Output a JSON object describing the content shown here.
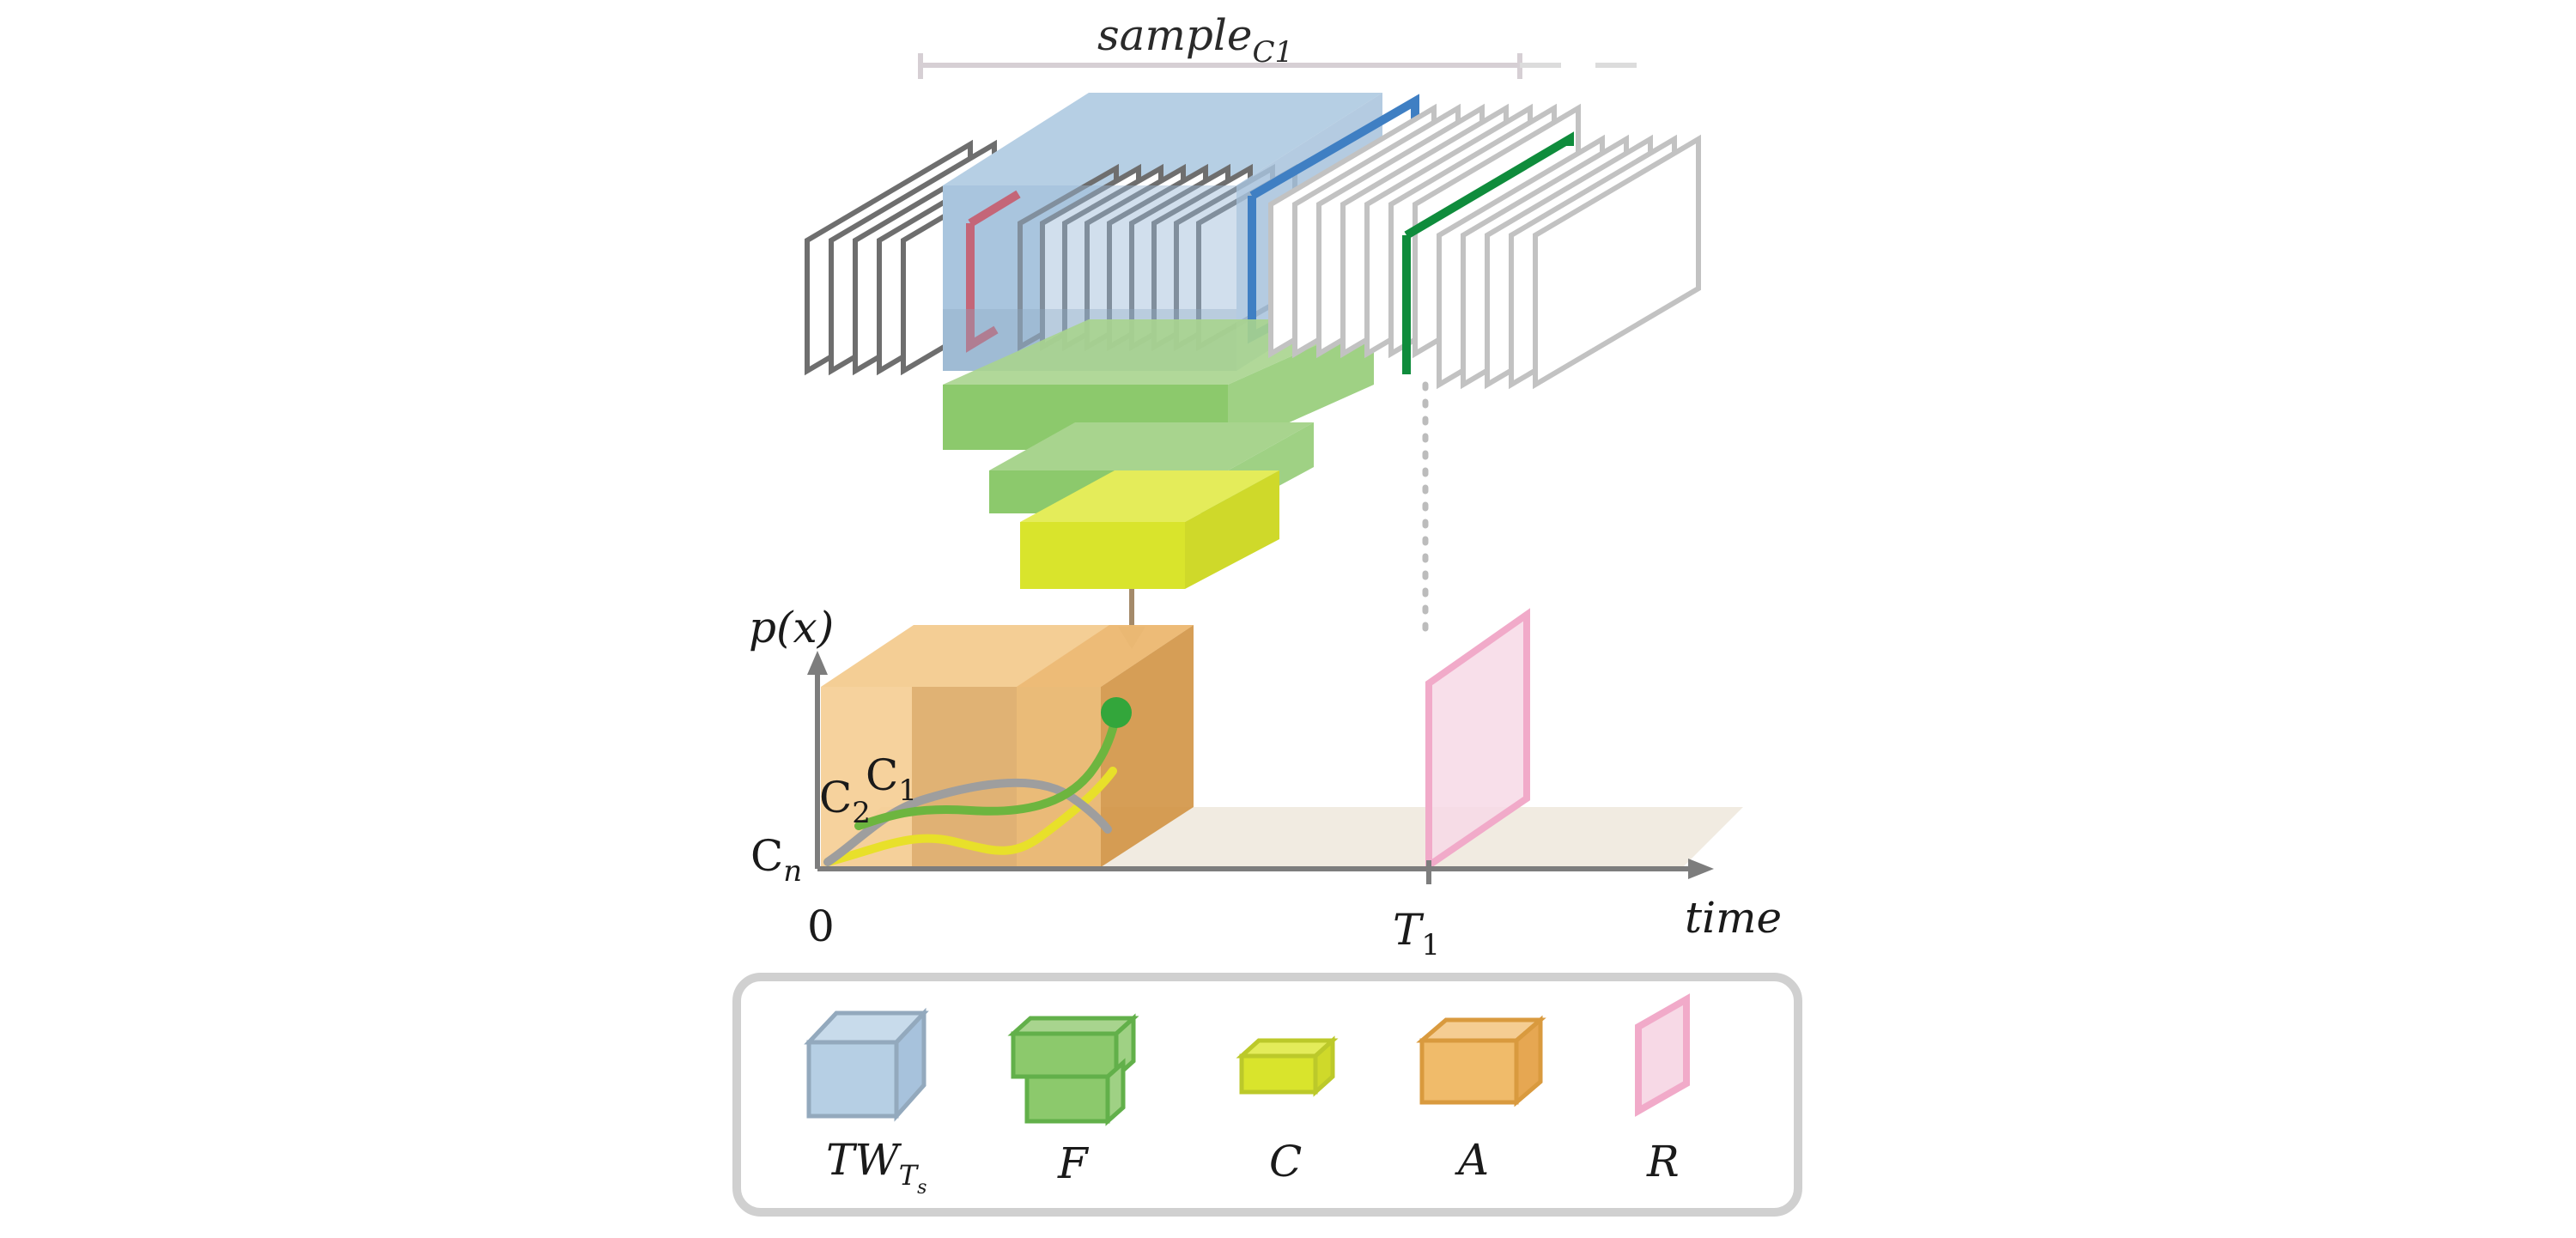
{
  "diagram": {
    "sample_label": {
      "base": "sample",
      "sub": "C1"
    },
    "axis": {
      "y_label": "p(x)",
      "x_label": "time",
      "origin_label": "0",
      "t_marker": {
        "base": "T",
        "sub": "1"
      }
    },
    "curve_labels": {
      "c1": {
        "base": "C",
        "sub": "1"
      },
      "c2": {
        "base": "C",
        "sub": "2"
      },
      "cn": {
        "base": "C",
        "sub": "n"
      }
    },
    "legend": {
      "items": [
        {
          "key": "tw",
          "base": "TW",
          "sub": "T",
          "subsub": "s",
          "color": "#b6cfe4",
          "edge": "#93a9bd"
        },
        {
          "key": "f",
          "base": "F",
          "color": "#8cc96c",
          "edge": "#62b04a"
        },
        {
          "key": "c",
          "base": "C",
          "color": "#d9e42c",
          "edge": "#bcc92a"
        },
        {
          "key": "a",
          "base": "A",
          "color": "#f0bb6a",
          "edge": "#d99a3e"
        },
        {
          "key": "r",
          "base": "R",
          "color": "#f7d9e6",
          "edge": "#f1aac9"
        }
      ]
    },
    "colors": {
      "frame_dark": "#6e6e6e",
      "frame_light": "#c2c2c2",
      "frame_red": "#e8232a",
      "frame_blue": "#3f7fc3",
      "frame_green": "#0f8c3c",
      "curve_c1": "#6db53f",
      "curve_c2": "#9e9e9e",
      "curve_cn": "#e8e02a",
      "axis": "#7d7d7d"
    }
  }
}
